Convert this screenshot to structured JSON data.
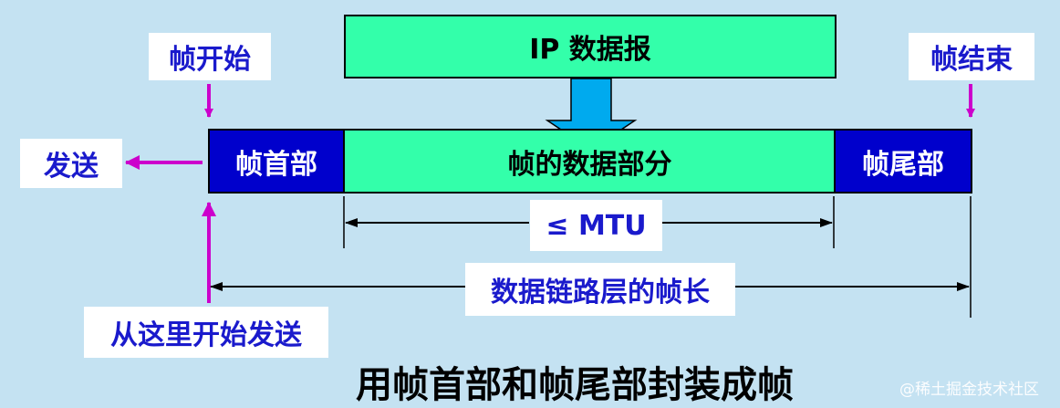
{
  "ip_datagram": "IP 数据报",
  "frame_start": "帧开始",
  "frame_end": "帧结束",
  "send": "发送",
  "frame_header": "帧首部",
  "frame_data": "帧的数据部分",
  "frame_trailer": "帧尾部",
  "mtu": "≤ MTU",
  "frame_length": "数据链路层的帧长",
  "send_from_here": "从这里开始发送",
  "caption": "用帧首部和帧尾部封装成帧",
  "watermark": "@稀土掘金技术社区",
  "colors": {
    "header_trailer": "#0000cc",
    "data_part": "#33ffaa",
    "arrow_magenta": "#cc00cc",
    "down_arrow": "#00aaee",
    "label_text": "#1a1acc"
  }
}
